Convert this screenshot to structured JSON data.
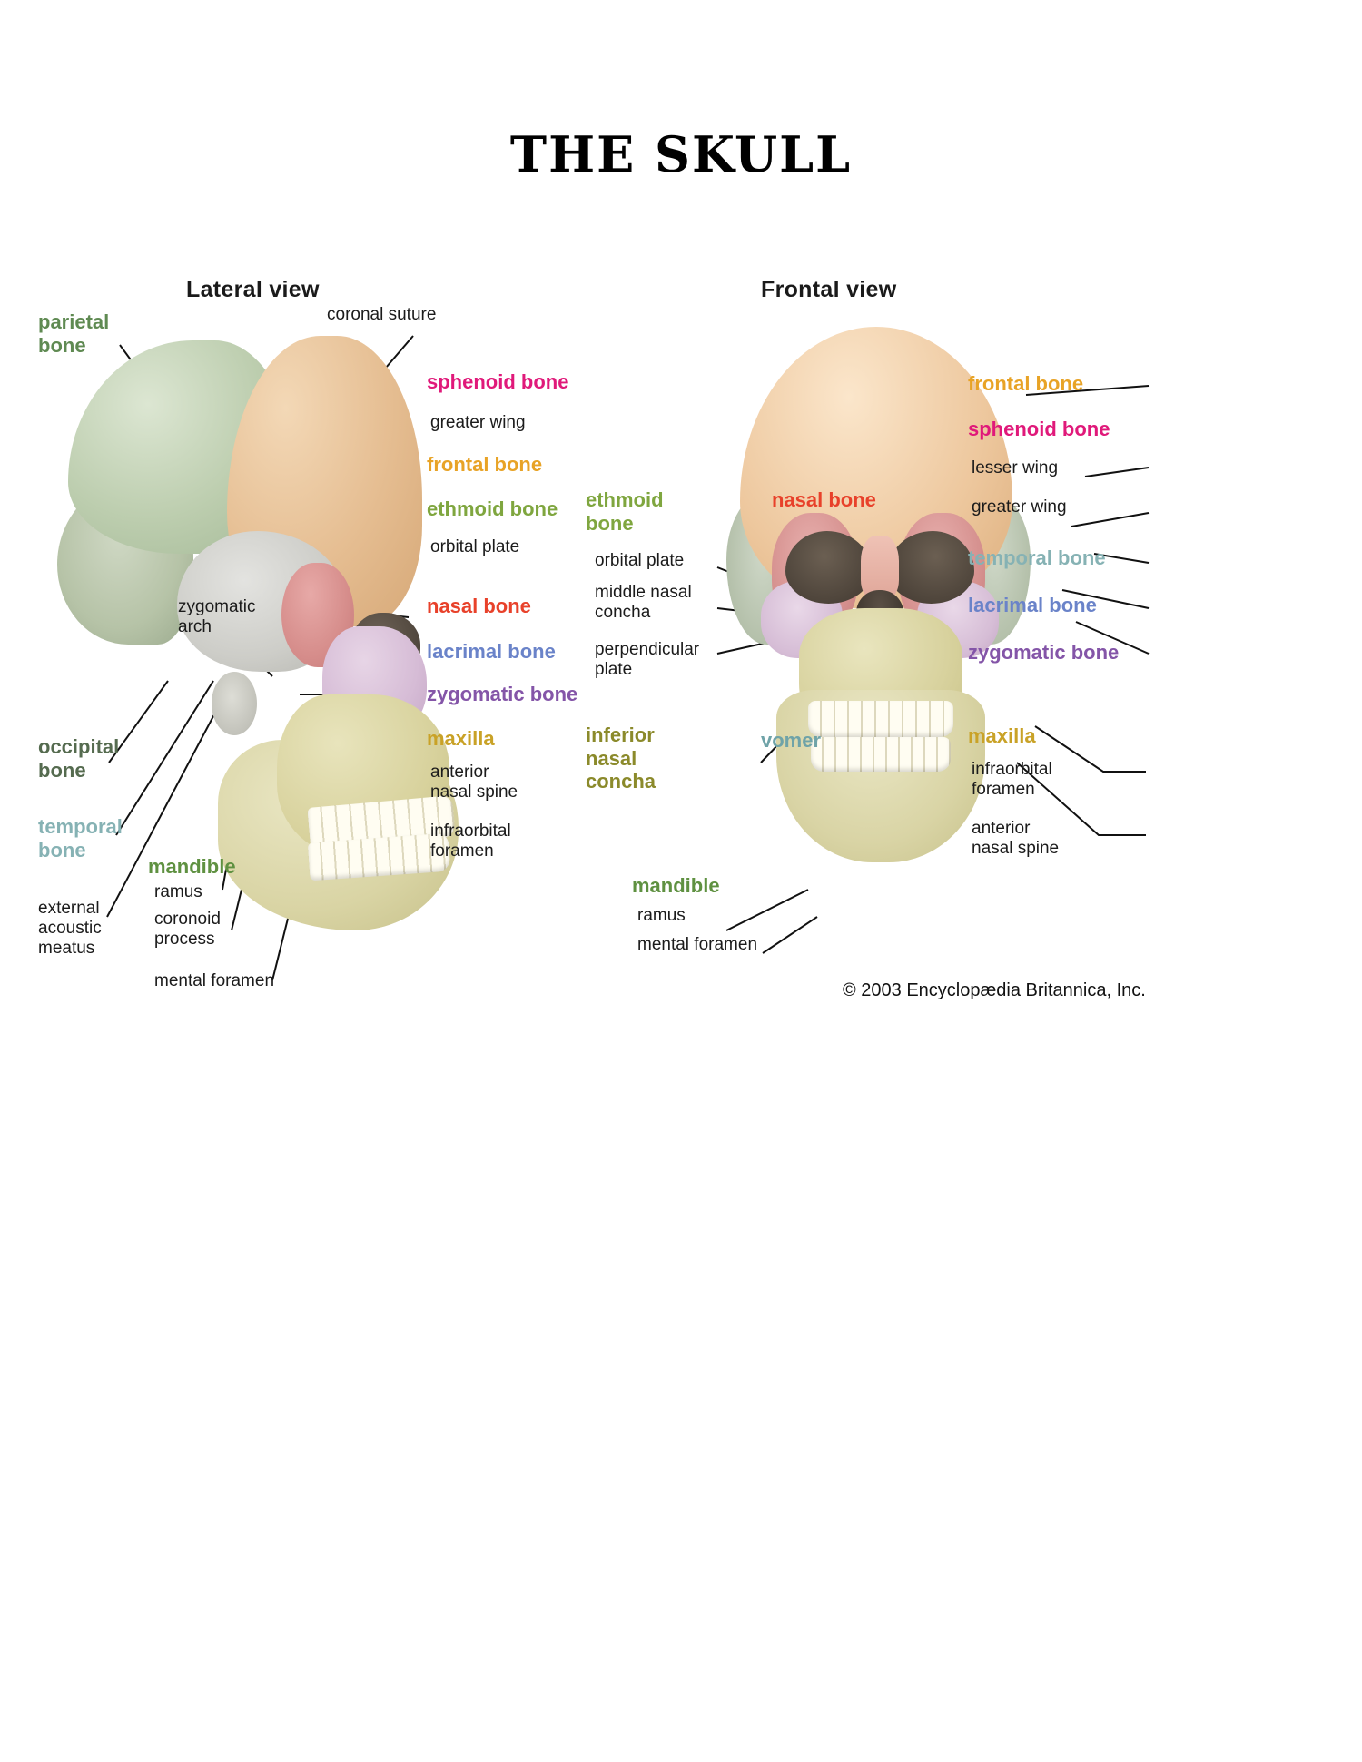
{
  "document": {
    "title": "THE SKULL",
    "copyright": "© 2003 Encyclopædia Britannica, Inc."
  },
  "colors": {
    "parietal_bone": "#5f8a52",
    "occipital_bone": "#556b4f",
    "temporal_bone": "#86b2b4",
    "frontal_bone": "#e8a326",
    "ethmoid_bone": "#7fa63f",
    "sphenoid_bone": "#e0197a",
    "nasal_bone": "#e8412a",
    "lacrimal_bone": "#6a83c9",
    "zygomatic_bone": "#8455a8",
    "maxilla": "#c9a227",
    "mandible": "#5f9141",
    "vomer": "#6fa3a8",
    "inferior_nasal_concha": "#8b8a2b",
    "plain_text": "#1b1b1b"
  },
  "views": [
    {
      "id": "lateral",
      "title": "Lateral view",
      "labels": [
        {
          "id": "parietal-bone",
          "text": "parietal\nbone",
          "style": "bone",
          "color_key": "parietal_bone"
        },
        {
          "id": "occipital-bone",
          "text": "occipital\nbone",
          "style": "bone",
          "color_key": "occipital_bone"
        },
        {
          "id": "temporal-bone",
          "text": "temporal\nbone",
          "style": "bone",
          "color_key": "temporal_bone"
        },
        {
          "id": "external-acoustic-meatus",
          "text": "external\nacoustic\nmeatus",
          "style": "sub",
          "color_key": "plain_text"
        },
        {
          "id": "mandible",
          "text": "mandible",
          "style": "bone",
          "color_key": "mandible"
        },
        {
          "id": "ramus",
          "text": "ramus",
          "style": "sub",
          "color_key": "plain_text"
        },
        {
          "id": "coronoid-process",
          "text": "coronoid\nprocess",
          "style": "sub",
          "color_key": "plain_text"
        },
        {
          "id": "mental-foramen",
          "text": "mental foramen",
          "style": "sub",
          "color_key": "plain_text"
        },
        {
          "id": "zygomatic-arch",
          "text": "zygomatic\narch",
          "style": "sub",
          "color_key": "plain_text"
        },
        {
          "id": "coronal-suture",
          "text": "coronal suture",
          "style": "sub",
          "color_key": "plain_text"
        },
        {
          "id": "sphenoid-bone",
          "text": "sphenoid bone",
          "style": "bone",
          "color_key": "sphenoid_bone"
        },
        {
          "id": "greater-wing",
          "text": "greater wing",
          "style": "sub",
          "color_key": "plain_text"
        },
        {
          "id": "frontal-bone",
          "text": "frontal bone",
          "style": "bone",
          "color_key": "frontal_bone"
        },
        {
          "id": "ethmoid-bone",
          "text": "ethmoid bone",
          "style": "bone",
          "color_key": "ethmoid_bone"
        },
        {
          "id": "orbital-plate",
          "text": "orbital plate",
          "style": "sub",
          "color_key": "plain_text"
        },
        {
          "id": "nasal-bone",
          "text": "nasal bone",
          "style": "bone",
          "color_key": "nasal_bone"
        },
        {
          "id": "lacrimal-bone",
          "text": "lacrimal bone",
          "style": "bone",
          "color_key": "lacrimal_bone"
        },
        {
          "id": "zygomatic-bone",
          "text": "zygomatic bone",
          "style": "bone",
          "color_key": "zygomatic_bone"
        },
        {
          "id": "maxilla",
          "text": "maxilla",
          "style": "bone",
          "color_key": "maxilla"
        },
        {
          "id": "anterior-nasal-spine",
          "text": "anterior\nnasal spine",
          "style": "sub",
          "color_key": "plain_text"
        },
        {
          "id": "infraorbital-foramen",
          "text": "infraorbital\nforamen",
          "style": "sub",
          "color_key": "plain_text"
        }
      ]
    },
    {
      "id": "frontal",
      "title": "Frontal view",
      "labels": [
        {
          "id": "ethmoid-bone",
          "text": "ethmoid\nbone",
          "style": "bone",
          "color_key": "ethmoid_bone"
        },
        {
          "id": "orbital-plate",
          "text": "orbital plate",
          "style": "sub",
          "color_key": "plain_text"
        },
        {
          "id": "middle-nasal-concha",
          "text": "middle nasal\nconcha",
          "style": "sub",
          "color_key": "plain_text"
        },
        {
          "id": "perpendicular-plate",
          "text": "perpendicular\nplate",
          "style": "sub",
          "color_key": "plain_text"
        },
        {
          "id": "inferior-nasal-concha",
          "text": "inferior\nnasal\nconcha",
          "style": "bone",
          "color_key": "inferior_nasal_concha"
        },
        {
          "id": "vomer",
          "text": "vomer",
          "style": "bone",
          "color_key": "vomer"
        },
        {
          "id": "mandible",
          "text": "mandible",
          "style": "bone",
          "color_key": "mandible"
        },
        {
          "id": "ramus",
          "text": "ramus",
          "style": "sub",
          "color_key": "plain_text"
        },
        {
          "id": "mental-foramen",
          "text": "mental foramen",
          "style": "sub",
          "color_key": "plain_text"
        },
        {
          "id": "nasal-bone",
          "text": "nasal bone",
          "style": "bone",
          "color_key": "nasal_bone"
        },
        {
          "id": "frontal-bone",
          "text": "frontal bone",
          "style": "bone",
          "color_key": "frontal_bone"
        },
        {
          "id": "sphenoid-bone",
          "text": "sphenoid bone",
          "style": "bone",
          "color_key": "sphenoid_bone"
        },
        {
          "id": "lesser-wing",
          "text": "lesser wing",
          "style": "sub",
          "color_key": "plain_text"
        },
        {
          "id": "greater-wing",
          "text": "greater wing",
          "style": "sub",
          "color_key": "plain_text"
        },
        {
          "id": "temporal-bone",
          "text": "temporal bone",
          "style": "bone",
          "color_key": "temporal_bone"
        },
        {
          "id": "lacrimal-bone",
          "text": "lacrimal bone",
          "style": "bone",
          "color_key": "lacrimal_bone"
        },
        {
          "id": "zygomatic-bone",
          "text": "zygomatic bone",
          "style": "bone",
          "color_key": "zygomatic_bone"
        },
        {
          "id": "maxilla",
          "text": "maxilla",
          "style": "bone",
          "color_key": "maxilla"
        },
        {
          "id": "infraorbital-foramen",
          "text": "infraorbital\nforamen",
          "style": "sub",
          "color_key": "plain_text"
        },
        {
          "id": "anterior-nasal-spine",
          "text": "anterior\nnasal spine",
          "style": "sub",
          "color_key": "plain_text"
        }
      ]
    }
  ]
}
